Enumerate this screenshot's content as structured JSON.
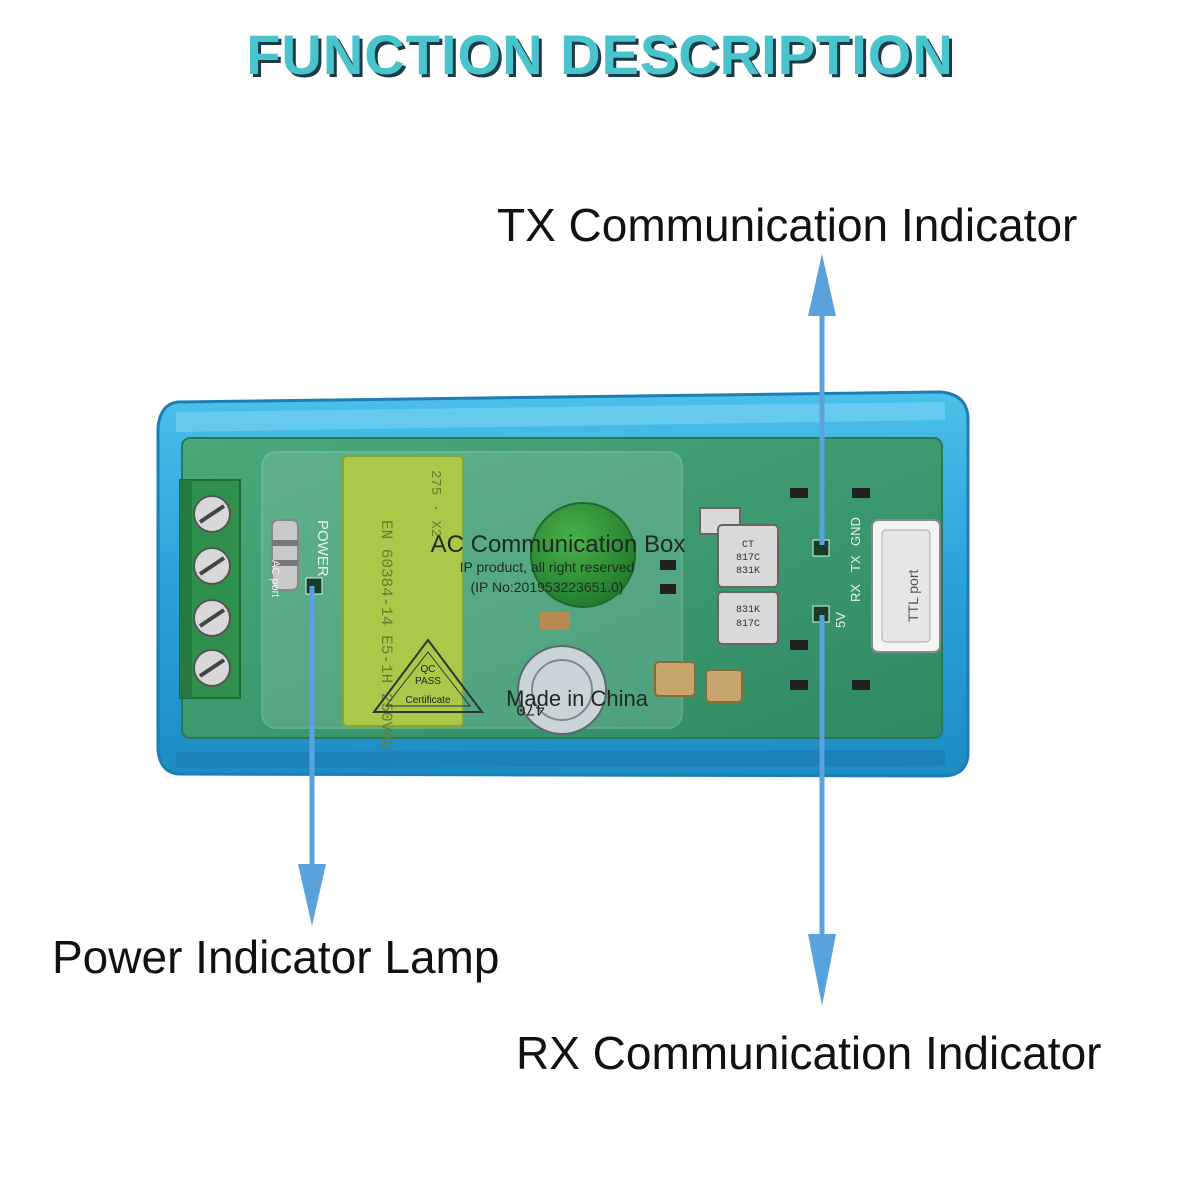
{
  "heading": "FUNCTION DESCRIPTION",
  "callouts": {
    "tx": "TX Communication Indicator",
    "power": "Power Indicator Lamp",
    "rx": "RX Communication Indicator"
  },
  "module": {
    "main_label": "AC Communication Box",
    "rights": "IP product, all right reserved",
    "ip_number": "(IP No:201953223651.0)",
    "origin": "Made in China",
    "qc_line1": "QC",
    "qc_line2": "PASS",
    "qc_line3": "Certificate",
    "port_label": "TTL port",
    "pin_labels": [
      "5V",
      "RX",
      "TX",
      "GND"
    ],
    "power_silk": "POWER",
    "ac_silk": "AC port",
    "opto_top": [
      "CT",
      "817C",
      "831K"
    ],
    "opto_bottom": [
      "831K",
      "817C"
    ],
    "cap_value": "470"
  },
  "colors": {
    "heading": "#49c4cc",
    "heading_shadow": "#1d3b45",
    "arrow": "#5aa2dc",
    "case": "#2fa6dc",
    "pcb": "#3f9c6e",
    "capacitor_x2": "#a8c94a",
    "varistor": "#2e8f3a"
  },
  "icons": [
    "screw-terminal-icon",
    "arrow-up-icon",
    "arrow-down-icon"
  ]
}
